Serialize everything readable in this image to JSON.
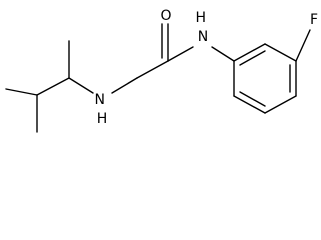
{
  "molecule": {
    "atoms": {
      "oxygen": "O",
      "amide_nh": "H\nN",
      "amine_nh": "H\nN",
      "fluorine": "F"
    }
  }
}
